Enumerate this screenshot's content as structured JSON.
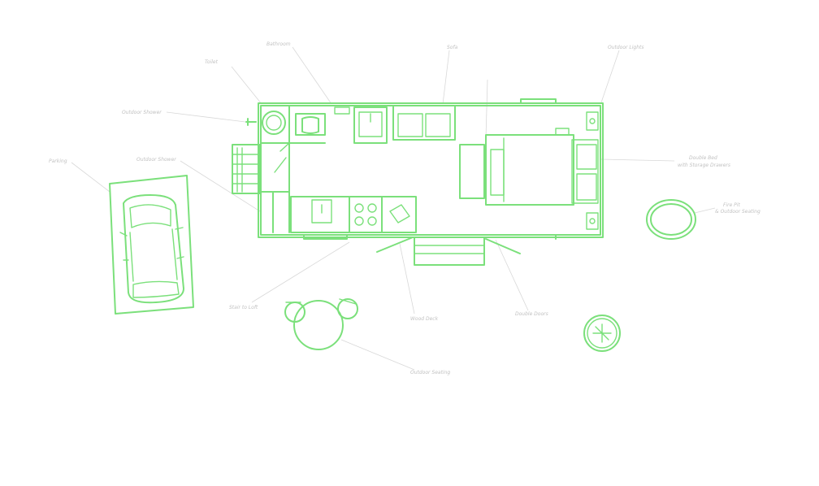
{
  "colors": {
    "line": "#7be07b",
    "leader": "#d8d8d8",
    "label": "#c2c2c2",
    "background": "#ffffff"
  },
  "labels": {
    "toilet": "Toilet",
    "bathroom": "Bathroom",
    "sofa": "Sofa",
    "outdoor_shower": "Outdoor Shower",
    "outdoor_lights": "Outdoor Lights",
    "parking": "Parking",
    "outdoor_shower_2": "Outdoor Shower",
    "queen_bed": "Double Bed\nwith Storage Drawers",
    "fire_pit": "Fire Pit\n& Outdoor Seating",
    "stair_to_loft": "Stair to Loft",
    "wood_deck": "Wood Deck",
    "double_doors": "Double Doors",
    "outdoor_seating": "Outdoor Seating"
  }
}
